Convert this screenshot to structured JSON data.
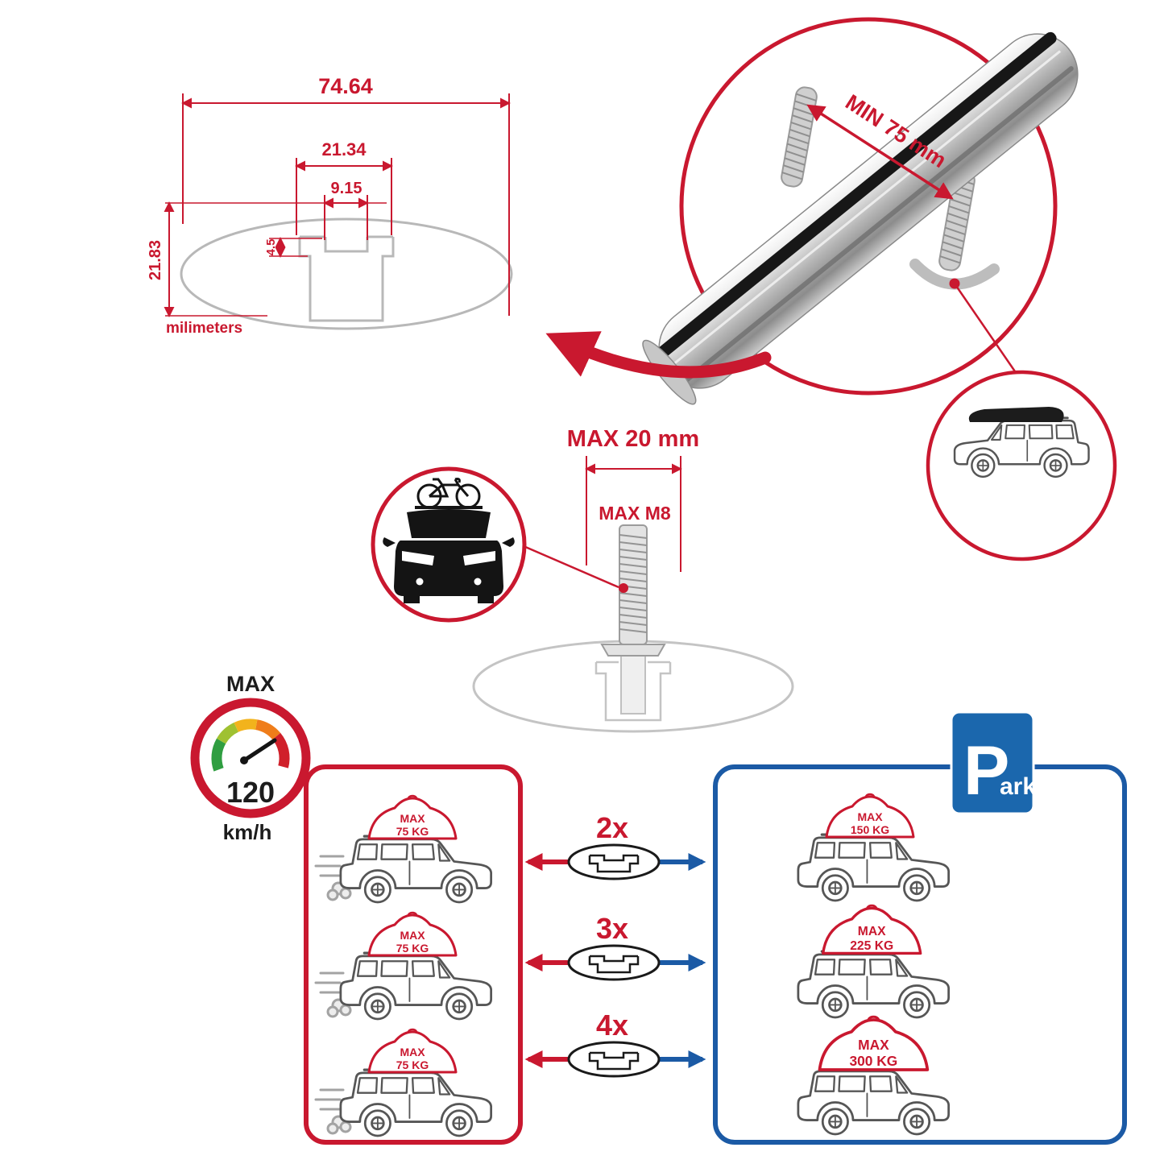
{
  "colors": {
    "red": "#c9182f",
    "blue": "#1b5aa5",
    "gray": "#b8b8b8"
  },
  "dimensions": {
    "total_width": "74.64",
    "channel_width": "21.34",
    "slot_width": "9.15",
    "lip_height": "4.5",
    "total_height": "21.83",
    "units": "milimeters"
  },
  "bar_detail": {
    "min_span": "MIN 75 mm"
  },
  "bolt": {
    "max_width": "MAX 20 mm",
    "max_thread": "MAX M8"
  },
  "speed": {
    "title": "MAX",
    "value": "120",
    "unit": "km/h"
  },
  "park": {
    "p": "P",
    "ark": "ark"
  },
  "capacity": {
    "left_cars": [
      {
        "max": "MAX",
        "weight": "75 KG"
      },
      {
        "max": "MAX",
        "weight": "75 KG"
      },
      {
        "max": "MAX",
        "weight": "75 KG"
      }
    ],
    "multipliers": [
      {
        "label": "2x"
      },
      {
        "label": "3x"
      },
      {
        "label": "4x"
      }
    ],
    "right_cars": [
      {
        "max": "MAX",
        "weight": "150 KG"
      },
      {
        "max": "MAX",
        "weight": "225 KG"
      },
      {
        "max": "MAX",
        "weight": "300 KG"
      }
    ]
  }
}
